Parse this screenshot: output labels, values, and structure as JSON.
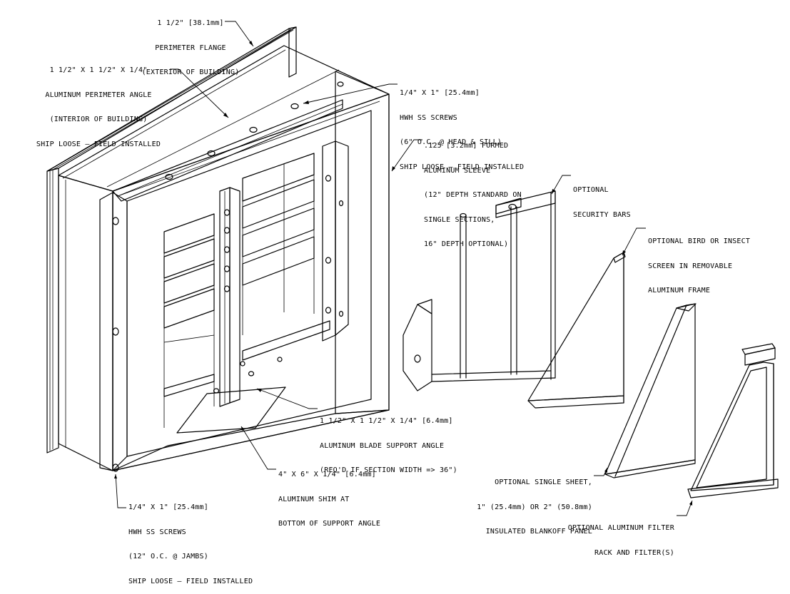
{
  "callouts": {
    "perimeter_flange": [
      "1 1/2\" [38.1mm]",
      "PERIMETER FLANGE",
      "(EXTERIOR OF BUILDING)"
    ],
    "perimeter_angle": [
      "1 1/2\" X 1 1/2\" X 1/4\"",
      "ALUMINUM PERIMETER ANGLE",
      "(INTERIOR OF BUILDING)",
      "SHIP LOOSE – FIELD INSTALLED"
    ],
    "head_sill_screws": [
      "1/4\" X 1\" [25.4mm]",
      "HWH SS SCREWS",
      "(6\" O.C. @ HEAD & SILL)",
      "SHIP LOOSE – FIELD INSTALLED"
    ],
    "sleeve": [
      ".125 [3.2mm] FORMED",
      "ALUMINUM SLEEVE",
      "(12\" DEPTH STANDARD ON",
      "SINGLE SECTIONS,",
      "16\" DEPTH OPTIONAL)"
    ],
    "security_bars": [
      "OPTIONAL",
      "SECURITY BARS"
    ],
    "screen": [
      "OPTIONAL BIRD OR INSECT",
      "SCREEN IN REMOVABLE",
      "ALUMINUM FRAME"
    ],
    "blade_support": [
      "1 1/2\" X 1 1/2\" X 1/4\" [6.4mm]",
      "ALUMINUM BLADE SUPPORT ANGLE",
      "(REQ'D IF SECTION WIDTH => 36\")"
    ],
    "shim": [
      "4\" X 6\" X 1/4\" [6.4mm]",
      "ALUMINUM SHIM AT",
      "BOTTOM OF SUPPORT ANGLE"
    ],
    "blankoff": [
      "OPTIONAL SINGLE SHEET,",
      "1\" (25.4mm) OR 2\" (50.8mm)",
      "INSULATED BLANKOFF PANEL"
    ],
    "jamb_screws": [
      "1/4\" X 1\" [25.4mm]",
      "HWH SS SCREWS",
      "(12\" O.C. @ JAMBS)",
      "SHIP LOOSE – FIELD INSTALLED"
    ],
    "filter_rack": [
      "OPTIONAL ALUMINUM FILTER",
      "RACK AND FILTER(S)"
    ]
  },
  "colors": {
    "line": "#000000",
    "background": "#ffffff"
  }
}
